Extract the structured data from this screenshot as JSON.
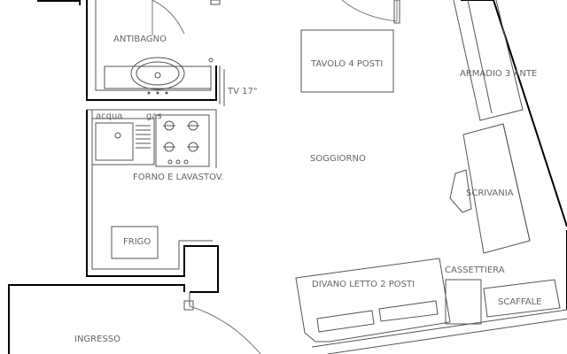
{
  "plan": {
    "rooms": {
      "antibagno": "ANTIBAGNO",
      "soggiorno": "SOGGIORNO",
      "ingresso": "INGRESSO"
    },
    "furniture": {
      "tavolo": "TAVOLO 4 POSTI",
      "armadio": "ARMADIO 3 ANTE",
      "tv": "TV 17\"",
      "acqua": "acqua",
      "gas": "gas",
      "forno": "FORNO E LAVASTOV.",
      "frigo": "FRIGO",
      "scrivania": "SCRIVANIA",
      "cassettiera": "CASSETTIERA",
      "divano": "DIVANO LETTO 2 POSTI",
      "scaffale": "SCAFFALE"
    },
    "colors": {
      "wall": "#000000",
      "line": "#555555",
      "text": "#666666"
    }
  }
}
